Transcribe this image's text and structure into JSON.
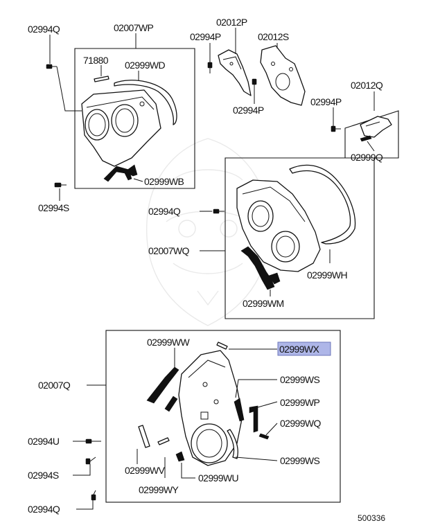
{
  "labels": {
    "p02994Q_top": "02994Q",
    "p02007WP": "02007WP",
    "p71880": "71880",
    "p02999WD": "02999WD",
    "p02999WB": "02999WB",
    "p02994S_top": "02994S",
    "p02012P": "02012P",
    "p02994P_a": "02994P",
    "p02012S": "02012S",
    "p02994P_b": "02994P",
    "p02012Q": "02012Q",
    "p02994P_c": "02994P",
    "p02999Q": "02999Q",
    "p02994Q_mid": "02994Q",
    "p02007WQ": "02007WQ",
    "p02999WH": "02999WH",
    "p02999WM": "02999WM",
    "p02999WW": "02999WW",
    "p02999WX": "02999WX",
    "p02007Q": "02007Q",
    "p02999WS_a": "02999WS",
    "p02999WP": "02999WP",
    "p02999WQ": "02999WQ",
    "p02999WS_b": "02999WS",
    "p02994U": "02994U",
    "p02999WV": "02999WV",
    "p02994S_bot": "02994S",
    "p02999WU": "02999WU",
    "p02999WY": "02999WY",
    "p02994Q_bot": "02994Q"
  },
  "catalog_number": "500336",
  "highlight_color": "#aeb6e8"
}
